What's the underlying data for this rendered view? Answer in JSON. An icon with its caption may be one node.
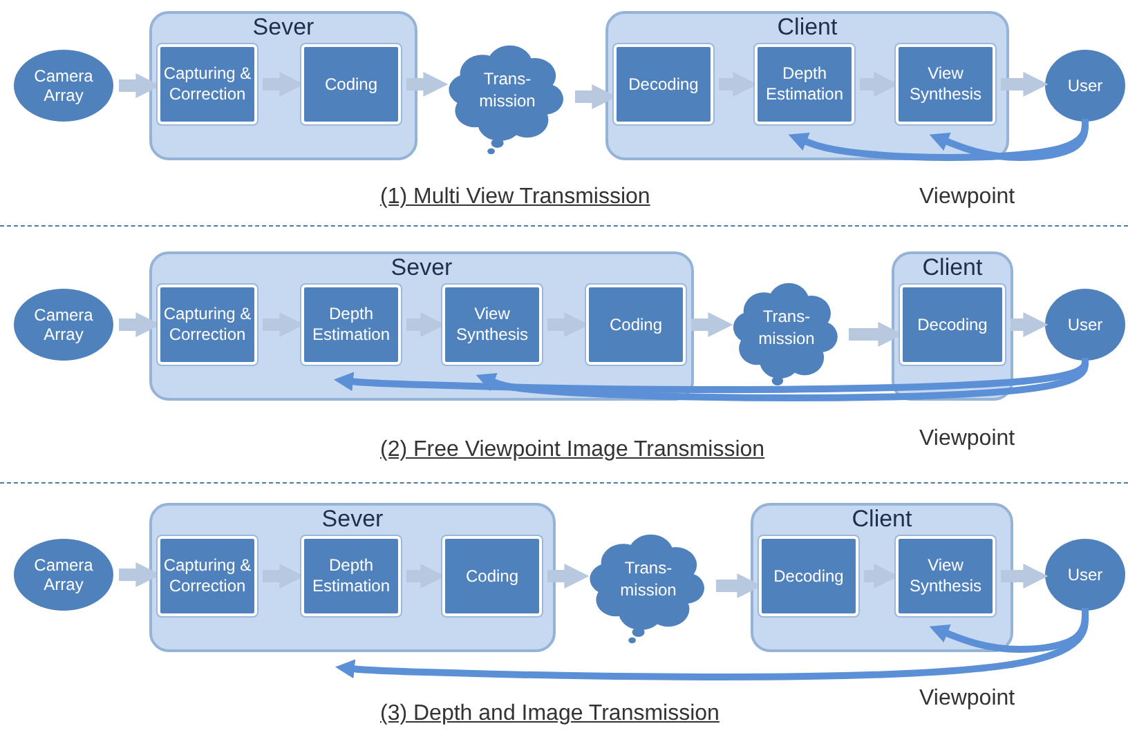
{
  "diagram": {
    "nodes": [
      {
        "text": [
          "Camera Array"
        ]
      },
      {
        "text": [
          "Sever"
        ]
      },
      {
        "text": [
          "Capturing & Correction"
        ],
        "in": 1
      },
      {
        "text": [
          "Coding"
        ],
        "in": 1
      },
      {
        "text": [
          "Trans- mission"
        ]
      },
      {
        "text": [
          "Client"
        ]
      },
      {
        "text": [
          "Decoding"
        ],
        "in": 5
      },
      {
        "text": [
          "Depth Estimation"
        ],
        "in": 5
      },
      {
        "text": [
          "View Synthesis"
        ],
        "in": 5
      },
      {
        "text": [
          "User"
        ]
      },
      {
        "text": [
          "Camera Array"
        ]
      },
      {
        "text": [
          "Sever"
        ]
      },
      {
        "text": [
          "Capturing & Correction"
        ],
        "in": 11
      },
      {
        "text": [
          "Depth Estimation"
        ],
        "in": 11
      },
      {
        "text": [
          "View Synthesis"
        ],
        "in": 11
      },
      {
        "text": [
          "Coding"
        ],
        "in": 11
      },
      {
        "text": [
          "Trans- mission"
        ]
      },
      {
        "text": [
          "Client"
        ]
      },
      {
        "text": [
          "Decoding"
        ],
        "in": 17
      },
      {
        "text": [
          "User"
        ]
      },
      {
        "text": [
          "Camera Array"
        ]
      },
      {
        "text": [
          "Sever"
        ]
      },
      {
        "text": [
          "Capturing & Correction"
        ],
        "in": 21
      },
      {
        "text": [
          "Depth Estimation"
        ],
        "in": 21
      },
      {
        "text": [
          "Coding"
        ],
        "in": 21
      },
      {
        "text": [
          "Trans- mission"
        ]
      },
      {
        "text": [
          "Client"
        ]
      },
      {
        "text": [
          "Decoding"
        ],
        "in": 26
      },
      {
        "text": [
          "View Synthesis"
        ],
        "in": 26
      },
      {
        "text": [
          "User"
        ]
      }
    ],
    "edges": [
      {
        "from": 0,
        "to": 2,
        "arrow": "to"
      },
      {
        "from": 2,
        "to": 3,
        "arrow": "to"
      },
      {
        "from": 3,
        "to": 4,
        "arrow": "to"
      },
      {
        "from": 4,
        "to": 6,
        "arrow": "to"
      },
      {
        "from": 6,
        "to": 7,
        "arrow": "to"
      },
      {
        "from": 7,
        "to": 8,
        "arrow": "to"
      },
      {
        "from": 8,
        "to": 9,
        "arrow": "to"
      },
      {
        "from": 9,
        "to": 7,
        "arrow": "to",
        "color": "#5b8fd6"
      },
      {
        "from": 9,
        "to": 8,
        "arrow": "to",
        "color": "#5b8fd6"
      },
      {
        "from": 10,
        "to": 12,
        "arrow": "to"
      },
      {
        "from": 12,
        "to": 13,
        "arrow": "to"
      },
      {
        "from": 13,
        "to": 14,
        "arrow": "to"
      },
      {
        "from": 14,
        "to": 15,
        "arrow": "to"
      },
      {
        "from": 15,
        "to": 16,
        "arrow": "to"
      },
      {
        "from": 16,
        "to": 18,
        "arrow": "to"
      },
      {
        "from": 18,
        "to": 19,
        "arrow": "to"
      },
      {
        "from": 19,
        "to": 13,
        "arrow": "to",
        "color": "#5b8fd6"
      },
      {
        "from": 19,
        "to": 14,
        "arrow": "to",
        "color": "#5b8fd6"
      },
      {
        "from": 20,
        "to": 22,
        "arrow": "to"
      },
      {
        "from": 22,
        "to": 23,
        "arrow": "to"
      },
      {
        "from": 23,
        "to": 24,
        "arrow": "to"
      },
      {
        "from": 24,
        "to": 25,
        "arrow": "to"
      },
      {
        "from": 25,
        "to": 27,
        "arrow": "to"
      },
      {
        "from": 27,
        "to": 28,
        "arrow": "to"
      },
      {
        "from": 28,
        "to": 29,
        "arrow": "to"
      },
      {
        "from": 29,
        "to": 21,
        "arrow": "to",
        "color": "#5b8fd6"
      },
      {
        "from": 29,
        "to": 28,
        "arrow": "to",
        "color": "#5b8fd6"
      }
    ],
    "labels": [
      "(1) Multi View Transmission",
      "Viewpoint",
      "(2) Free Viewpoint Image Transmission",
      "Viewpoint",
      "(3) Depth and Image Transmission",
      "Viewpoint"
    ]
  }
}
